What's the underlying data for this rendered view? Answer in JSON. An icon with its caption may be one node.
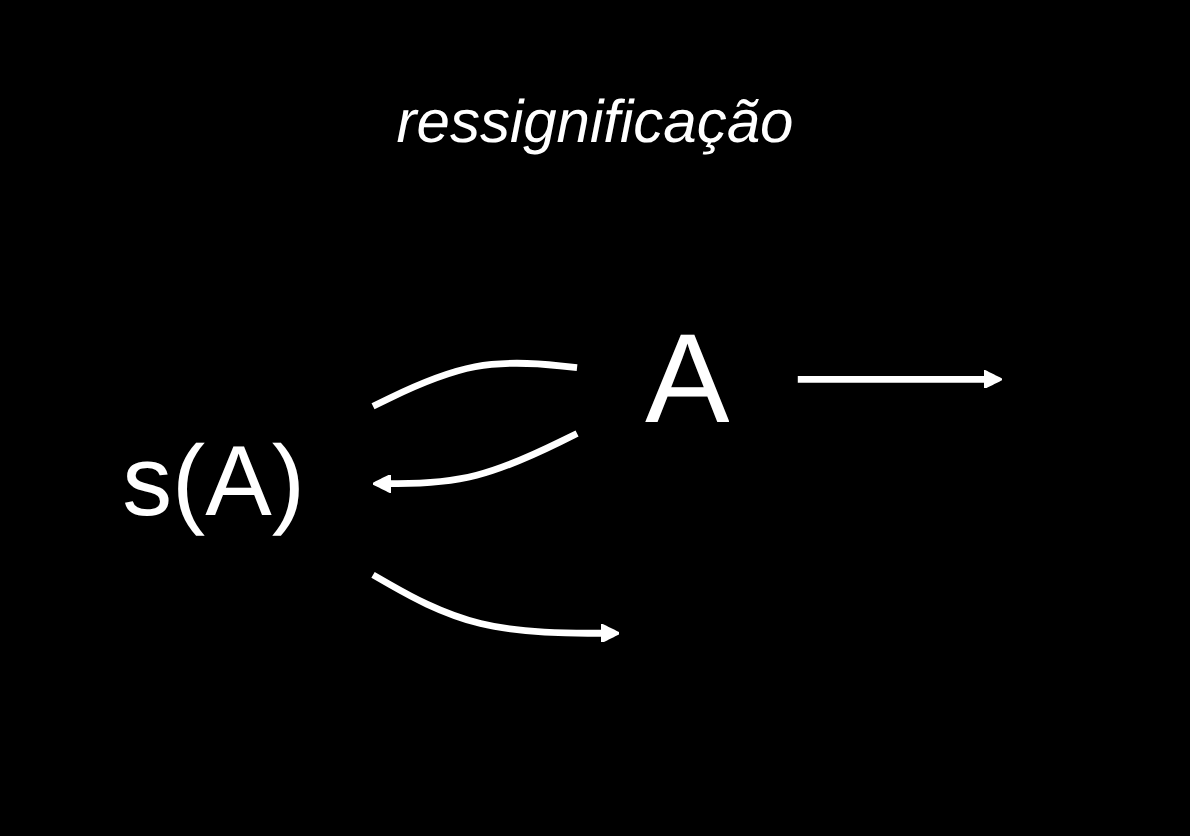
{
  "diagram": {
    "title": "ressignificação",
    "nodes": [
      {
        "text": [
          "s(A)"
        ]
      },
      {
        "text": [
          "A"
        ]
      }
    ],
    "edges": [
      {
        "from": 0,
        "to": 1,
        "arrow": "none"
      },
      {
        "from": 1,
        "to": 0,
        "arrow": "to"
      },
      {
        "from": 0,
        "to": null,
        "arrow": "to"
      },
      {
        "from": 1,
        "to": null,
        "arrow": "to"
      }
    ]
  }
}
